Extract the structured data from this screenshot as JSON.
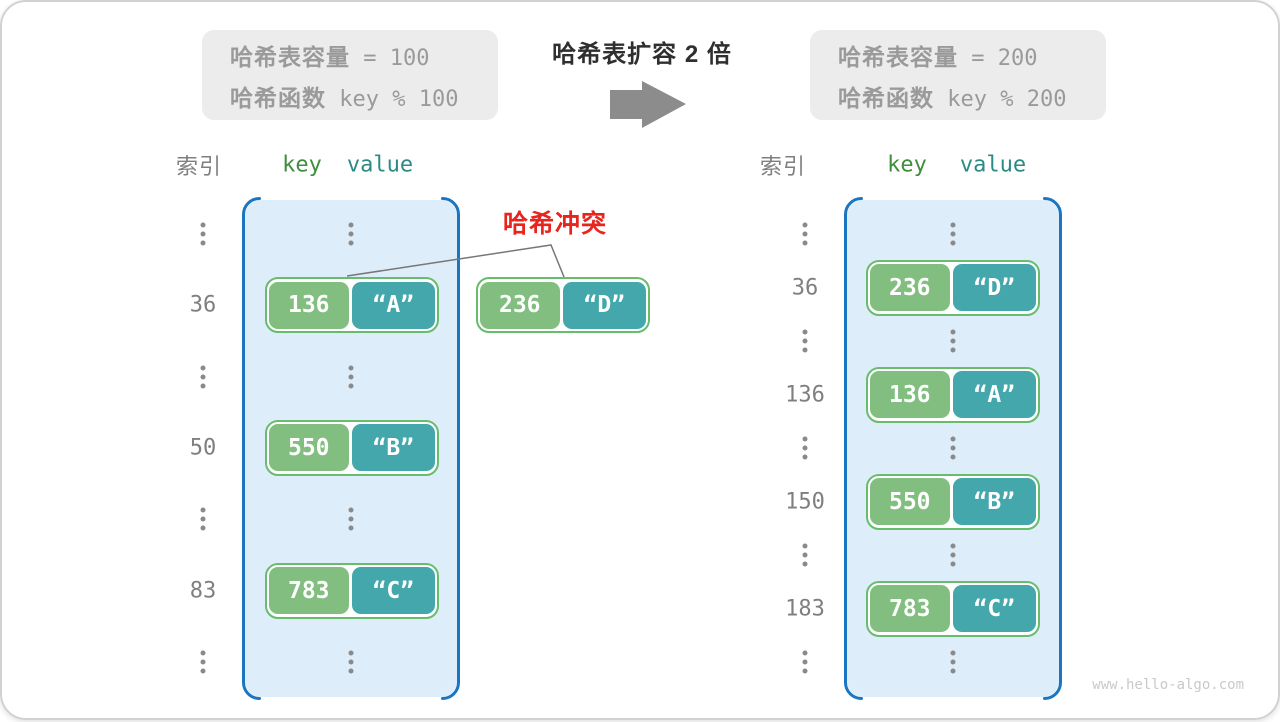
{
  "info_left": {
    "capacity_label": "哈希表容量",
    "capacity_value": " = 100",
    "function_label": "哈希函数",
    "function_value": " key % 100"
  },
  "info_right": {
    "capacity_label": "哈希表容量",
    "capacity_value": " = 200",
    "function_label": "哈希函数",
    "function_value": " key % 200"
  },
  "transition": {
    "title": "哈希表扩容 2 倍"
  },
  "collision": {
    "label": "哈希冲突"
  },
  "tables": {
    "left": {
      "header": {
        "index": "索引",
        "key": "key",
        "value": "value"
      },
      "rows": [
        {
          "type": "ellipsis"
        },
        {
          "type": "pair",
          "index": "36",
          "key": "136",
          "value": "“A”"
        },
        {
          "type": "ellipsis"
        },
        {
          "type": "pair",
          "index": "50",
          "key": "550",
          "value": "“B”"
        },
        {
          "type": "ellipsis"
        },
        {
          "type": "pair",
          "index": "83",
          "key": "783",
          "value": "“C”"
        },
        {
          "type": "ellipsis"
        }
      ]
    },
    "right": {
      "header": {
        "index": "索引",
        "key": "key",
        "value": "value"
      },
      "rows": [
        {
          "type": "ellipsis"
        },
        {
          "type": "pair",
          "index": "36",
          "key": "236",
          "value": "“D”"
        },
        {
          "type": "ellipsis"
        },
        {
          "type": "pair",
          "index": "136",
          "key": "136",
          "value": "“A”"
        },
        {
          "type": "ellipsis"
        },
        {
          "type": "pair",
          "index": "150",
          "key": "550",
          "value": "“B”"
        },
        {
          "type": "ellipsis"
        },
        {
          "type": "pair",
          "index": "183",
          "key": "783",
          "value": "“C”"
        },
        {
          "type": "ellipsis"
        }
      ]
    }
  },
  "standalone_pair": {
    "key": "236",
    "value": "“D”"
  },
  "watermark": "www.hello-algo.com",
  "colors": {
    "key_box_green": "#82be80",
    "value_box_teal": "#43a7ac",
    "pair_border_green": "#67bd6c",
    "container_border_blue": "#1a76c2",
    "container_bg_blue": "#ddedf9",
    "header_key_green": "#3e8e3c",
    "header_value_teal": "#2b8a84",
    "collision_red": "#e8241e",
    "info_box_bg": "#ececec",
    "info_text_gray": "#9a9a9a",
    "index_gray": "#7f7f7f",
    "arrow_gray": "#8c8c8c",
    "line_gray": "#777777",
    "title_dark": "#2f2f2f",
    "watermark_gray": "#c9c9c9",
    "dots_gray": "#8a8a8a",
    "canvas_border": "#d2d2d2"
  }
}
